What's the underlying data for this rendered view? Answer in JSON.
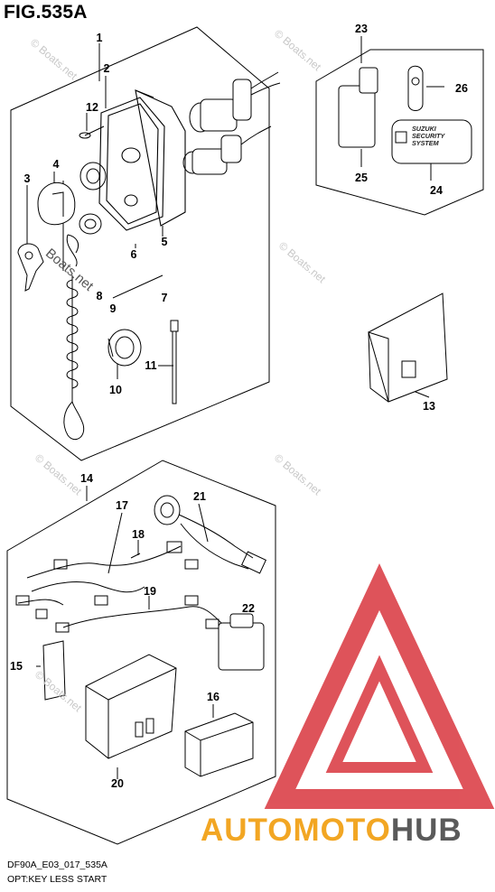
{
  "title": "FIG.535A",
  "callouts": [
    {
      "id": "1",
      "label": "1"
    },
    {
      "id": "2",
      "label": "2"
    },
    {
      "id": "3",
      "label": "3"
    },
    {
      "id": "4",
      "label": "4"
    },
    {
      "id": "5",
      "label": "5"
    },
    {
      "id": "6",
      "label": "6"
    },
    {
      "id": "7",
      "label": "7"
    },
    {
      "id": "8",
      "label": "8"
    },
    {
      "id": "9",
      "label": "9"
    },
    {
      "id": "10",
      "label": "10"
    },
    {
      "id": "11",
      "label": "11"
    },
    {
      "id": "12",
      "label": "12"
    },
    {
      "id": "13",
      "label": "13"
    },
    {
      "id": "14",
      "label": "14"
    },
    {
      "id": "15",
      "label": "15"
    },
    {
      "id": "16",
      "label": "16"
    },
    {
      "id": "17",
      "label": "17"
    },
    {
      "id": "18",
      "label": "18"
    },
    {
      "id": "19",
      "label": "19"
    },
    {
      "id": "20",
      "label": "20"
    },
    {
      "id": "21",
      "label": "21"
    },
    {
      "id": "22",
      "label": "22"
    },
    {
      "id": "23",
      "label": "23"
    },
    {
      "id": "24",
      "label": "24"
    },
    {
      "id": "25",
      "label": "25"
    },
    {
      "id": "26",
      "label": "26"
    }
  ],
  "security_label": {
    "line1": "SUZUKI",
    "line2": "SECURITY",
    "line3": "SYSTEM"
  },
  "watermark": "© Boats.net",
  "watermark_large": "Boats.net",
  "footer": {
    "line1": "DF90A_E03_017_535A",
    "line2": "OPT:KEY LESS START"
  },
  "logo": {
    "part1": "AUTOMOTO",
    "part2": "HUB",
    "color1": "#f2a623",
    "color2": "#5a5a5a",
    "triangle_color": "#d9363e"
  }
}
